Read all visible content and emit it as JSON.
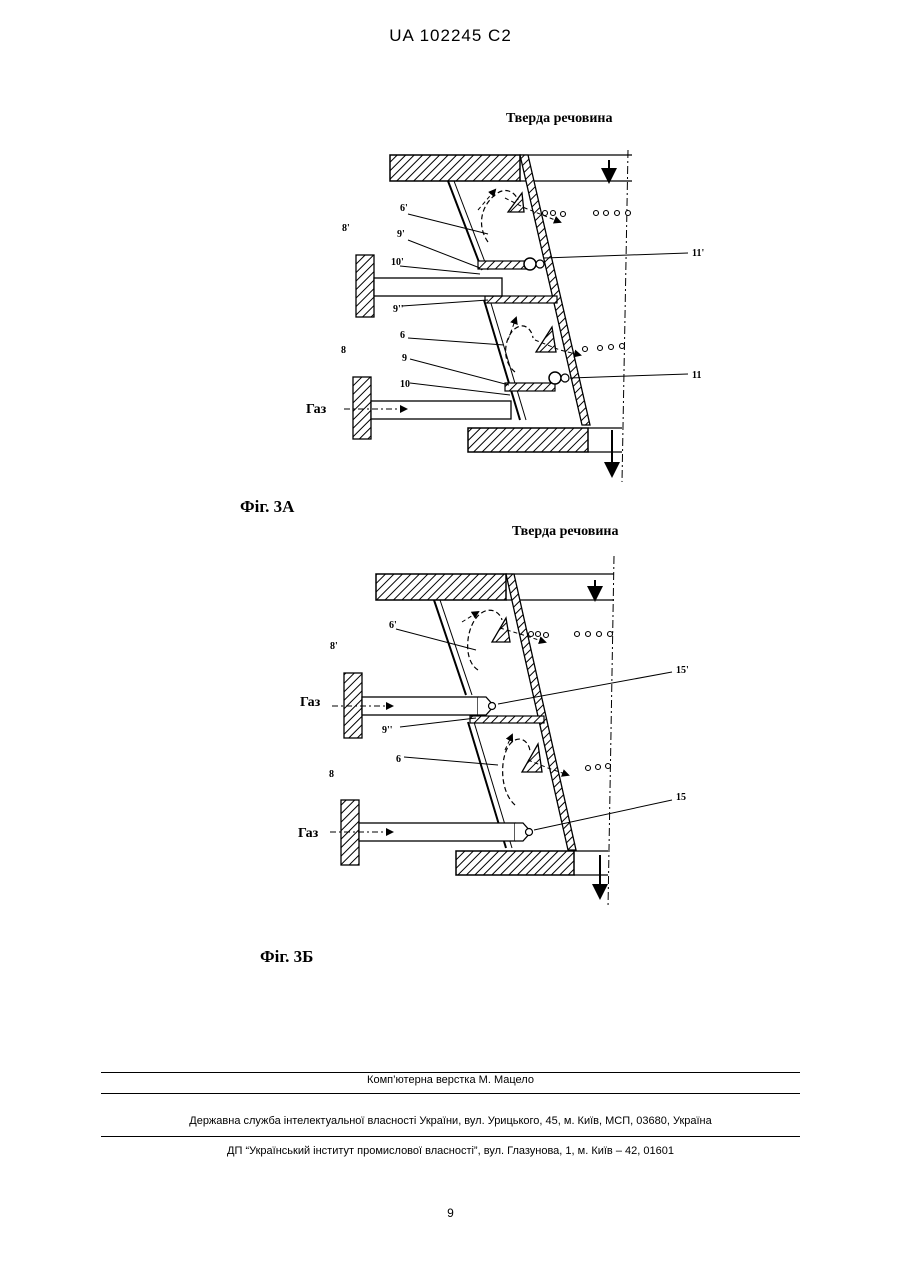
{
  "header": {
    "doc_number": "UA   102245   C2"
  },
  "figure_a": {
    "title": "Тверда речовина",
    "caption": "Фіг. 3А",
    "gas_label": "Газ",
    "labels": [
      "8'",
      "9'",
      "10'",
      "6'",
      "11'",
      "9''",
      "6",
      "8",
      "9",
      "10",
      "11"
    ]
  },
  "figure_b": {
    "title": "Тверда речовина",
    "caption": "Фіг. 3Б",
    "gas_label_top": "Газ",
    "gas_label_bottom": "Газ",
    "labels": [
      "8'",
      "6'",
      "15'",
      "9''",
      "6",
      "8",
      "15"
    ]
  },
  "footer": {
    "line1": "Комп’ютерна верстка М. Мацело",
    "line2": "Державна служба інтелектуальної власності України, вул. Урицького, 45, м. Київ, МСП, 03680, Україна",
    "line3": "ДП “Український інститут промислової власності”, вул. Глазунова, 1, м. Київ – 42, 01601"
  },
  "page_number": "9"
}
